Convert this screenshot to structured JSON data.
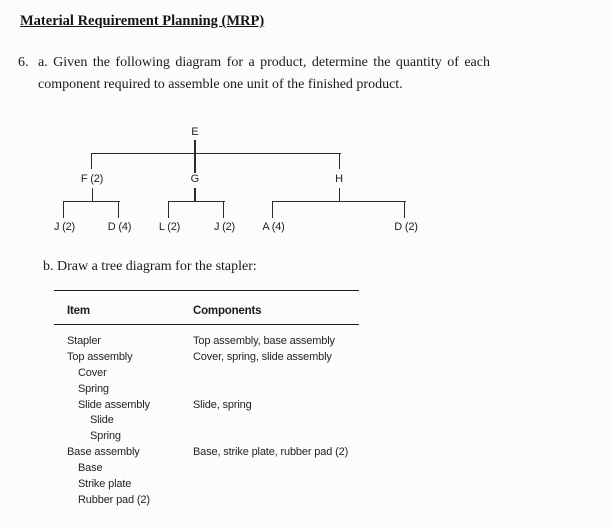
{
  "title": "Material Requirement Planning (MRP)",
  "question": {
    "number": "6.",
    "line1": "a. Given the following diagram for a product, determine the quantity of each",
    "line2": "component required to assemble one unit of the finished product."
  },
  "part_b_label": "b. Draw a tree diagram for the stapler:",
  "tree": {
    "root": "E",
    "level1": [
      "F (2)",
      "G",
      "H"
    ],
    "level2": [
      "J (2)",
      "D (4)",
      "L (2)",
      "J (2)",
      "A (4)",
      "D (2)"
    ]
  },
  "table": {
    "header_item": "Item",
    "header_components": "Components",
    "rows": [
      {
        "item": "Stapler",
        "components": "Top assembly, base assembly"
      },
      {
        "item": "Top assembly",
        "components": "Cover, spring, slide assembly"
      },
      {
        "item": "Cover",
        "components": ""
      },
      {
        "item": "Spring",
        "components": ""
      },
      {
        "item": "Slide assembly",
        "components": "Slide, spring"
      },
      {
        "item": "Slide",
        "components": ""
      },
      {
        "item": "Spring",
        "components": ""
      },
      {
        "item": "Base assembly",
        "components": "Base, strike plate, rubber pad (2)"
      },
      {
        "item": "Base",
        "components": ""
      },
      {
        "item": "Strike plate",
        "components": ""
      },
      {
        "item": "Rubber pad (2)",
        "components": ""
      }
    ]
  }
}
